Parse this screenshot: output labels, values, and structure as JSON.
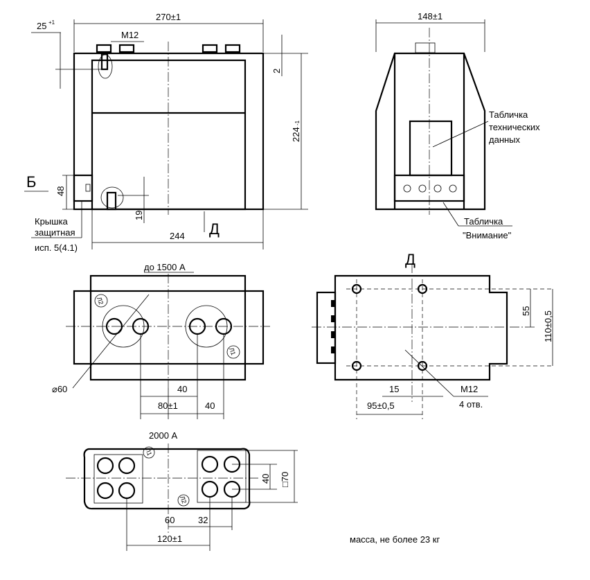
{
  "front_view": {
    "dim_width": "270±1",
    "dim_tol": "25",
    "dim_tol_sup": "+1",
    "thread": "M12",
    "dim_2": "2",
    "dim_height": "224",
    "dim_height_sub": "-1",
    "view_b": "Б",
    "dim_48": "48",
    "dim_19": "19",
    "view_d": "Д",
    "dim_244": "244",
    "cover_label_1": "Крышка",
    "cover_label_2": "защитная",
    "cover_label_3": "исп. 5(4.1)"
  },
  "side_view": {
    "dim_width": "148±1",
    "plate_label_1": "Табличка",
    "plate_label_2": "технических",
    "plate_label_3": "данных",
    "warning_label_1": "Табличка",
    "warning_label_2": "\"Внимание\""
  },
  "top_view_1500": {
    "title": "до 1500 А",
    "l2": "Л2",
    "l1": "Л1",
    "diameter": "⌀60",
    "dim_40a": "40",
    "dim_80": "80±1",
    "dim_40b": "40"
  },
  "view_d": {
    "title": "Д",
    "dim_55": "55",
    "dim_110": "110±0,5",
    "dim_15": "15",
    "dim_95": "95±0,5",
    "thread": "M12",
    "holes": "4 отв."
  },
  "top_view_2000": {
    "title": "2000 А",
    "l1": "Л1",
    "l2": "Л2",
    "dim_40": "40",
    "dim_70": "□70",
    "dim_60": "60",
    "dim_32": "32",
    "dim_120": "120±1"
  },
  "mass_note": "масса, не более 23 кг"
}
